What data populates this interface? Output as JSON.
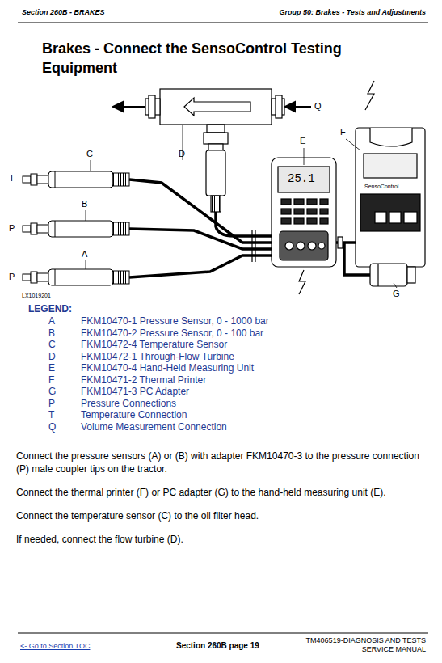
{
  "diagram": {
    "title": "Brakes - Connect the SensoControl Testing Equipment",
    "labels": [
      "Section 260B - BRAKES",
      "Group 50: Brakes - Tests and Adjustments",
      "C",
      "D",
      "E",
      "F",
      "Q",
      "T",
      "B",
      "P",
      "A",
      "P",
      "G",
      "25.1",
      "SensoControl",
      "LX1019201",
      "LEGEND:",
      "A",
      "FKM10470-1 Pressure Sensor, 0 - 1000 bar",
      "B",
      "FKM10470-2 Pressure Sensor, 0 - 100 bar",
      "C",
      "FKM10472-4 Temperature Sensor",
      "D",
      "FKM10472-1 Through-Flow Turbine",
      "E",
      "FKM10470-4 Hand-Held Measuring Unit",
      "F",
      "FKM10471-2 Thermal Printer",
      "G",
      "FKM10471-3 PC Adapter",
      "P",
      "Pressure Connections",
      "T",
      "Temperature Connection",
      "Q",
      "Volume Measurement Connection",
      "Connect the pressure sensors (A) or (B) with adapter FKM10470-3 to the pressure connection (P) male coupler tips on the tractor.",
      "Connect the thermal printer (F) or PC adapter (G) to the hand-held measuring unit (E).",
      "Connect the temperature sensor (C) to the oil filter head.",
      "If needed, connect the flow turbine (D).",
      "<- Go to Section TOC",
      "Section 260B page 19",
      "TM406519-DIAGNOSIS AND TESTS SERVICE MANUAL"
    ]
  }
}
